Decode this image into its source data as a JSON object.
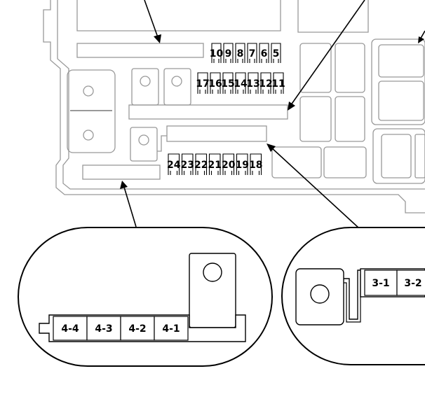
{
  "colors": {
    "outline": "#999999",
    "leader": "#000000",
    "text": "#000000",
    "background": "#ffffff"
  },
  "fuse_rows": {
    "row1": [
      "10",
      "9",
      "8",
      "7",
      "6",
      "5"
    ],
    "row2": [
      "17",
      "16",
      "15",
      "14",
      "13",
      "12",
      "11"
    ],
    "row3": [
      "24",
      "23",
      "22",
      "21",
      "20",
      "19",
      "18"
    ]
  },
  "insets": {
    "inset4": {
      "labels": [
        "4-4",
        "4-3",
        "4-2",
        "4-1"
      ]
    },
    "inset3": {
      "labels": [
        "3-1",
        "3-2"
      ]
    }
  }
}
